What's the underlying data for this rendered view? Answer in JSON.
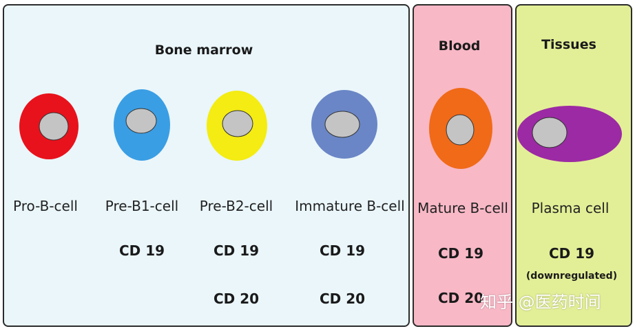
{
  "regions": {
    "bone_marrow": {
      "title": "Bone marrow",
      "color": "#eaf6fa"
    },
    "blood": {
      "title": "Blood",
      "color": "#f8b8c6"
    },
    "tissues": {
      "title": "Tissues",
      "color": "#e3ef97"
    }
  },
  "cells": [
    {
      "name": "Pro-B-cell",
      "color": "#e8121c",
      "markers": []
    },
    {
      "name": "Pre-B1-cell",
      "color": "#3a9ee4",
      "markers": [
        "CD 19"
      ]
    },
    {
      "name": "Pre-B2-cell",
      "color": "#f4ec12",
      "markers": [
        "CD 19",
        "CD 20"
      ]
    },
    {
      "name": "Immature B-cell",
      "color": "#6a86c6",
      "markers": [
        "CD 19",
        "CD 20"
      ]
    },
    {
      "name": "Mature B-cell",
      "color": "#f06a18",
      "markers": [
        "CD 19",
        "CD 20"
      ]
    },
    {
      "name": "Plasma cell",
      "color": "#9c2aa4",
      "markers": [
        "CD 19"
      ],
      "note": "(downregulated)"
    }
  ],
  "nucleus_color": "#c4c4c4",
  "watermark": "知乎 @医药时间"
}
